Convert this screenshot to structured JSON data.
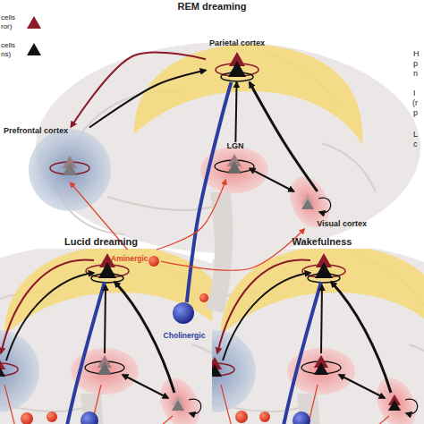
{
  "diagram": {
    "nodes": [
      {
        "text": [
          "Parietal cortex"
        ]
      },
      {
        "text": [
          "Prefrontal cortex"
        ]
      },
      {
        "text": [
          "LGN"
        ]
      },
      {
        "text": [
          "Visual cortex"
        ]
      },
      {
        "text": [
          "Aminergic"
        ]
      },
      {
        "text": [
          "Cholinergic"
        ]
      }
    ],
    "edges": [
      {
        "from": 5,
        "to": 0,
        "arrow": "none"
      },
      {
        "from": 3,
        "to": 0,
        "arrow": "to"
      },
      {
        "from": 1,
        "to": 0,
        "arrow": "to"
      },
      {
        "from": 0,
        "to": 1,
        "arrow": "to"
      },
      {
        "from": 2,
        "to": 0,
        "arrow": "to"
      },
      {
        "from": 2,
        "to": 3,
        "arrow": "both"
      },
      {
        "from": 4,
        "to": 1,
        "arrow": "to"
      },
      {
        "from": 4,
        "to": 2,
        "arrow": "to"
      },
      {
        "from": 4,
        "to": 3,
        "arrow": "to"
      }
    ],
    "labels": [
      "REM dreaming",
      "Lucid dreaming",
      "Wakefulness",
      "H",
      "p",
      "n",
      "I",
      "(r",
      "p",
      "L",
      "c"
    ],
    "legend": [
      {
        "text": "cells ror)"
      },
      {
        "text": "cells ns)"
      }
    ]
  }
}
